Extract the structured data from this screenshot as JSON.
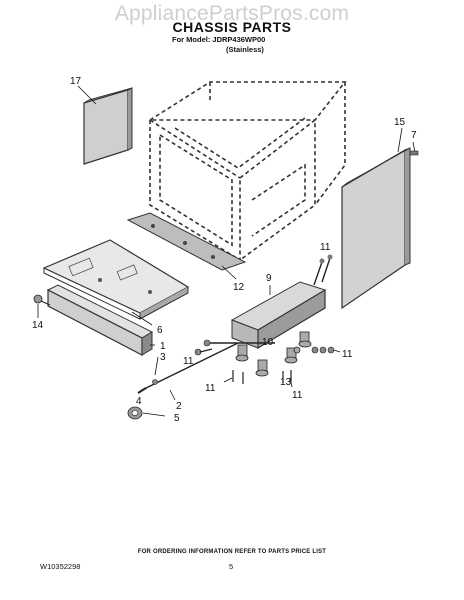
{
  "watermark": "AppliancePartsPros.com",
  "header": {
    "title": "CHASSIS PARTS",
    "model_line": "For Model: JDRP436WP00",
    "finish": "(Stainless)"
  },
  "callouts": {
    "c17": "17",
    "c15": "15",
    "c7": "7",
    "c11_top": "11",
    "c9": "9",
    "c12": "12",
    "c14": "14",
    "c6": "6",
    "c1": "1",
    "c3": "3",
    "c10": "10",
    "c11_left": "11",
    "c11_right": "11",
    "c11_bottom_left": "11",
    "c11_bottom_right": "11",
    "c13": "13",
    "c4": "4",
    "c2": "2",
    "c5": "5"
  },
  "footer": {
    "note": "FOR ORDERING INFORMATION REFER TO PARTS PRICE LIST",
    "doc_number": "W10352298",
    "page": "5"
  }
}
